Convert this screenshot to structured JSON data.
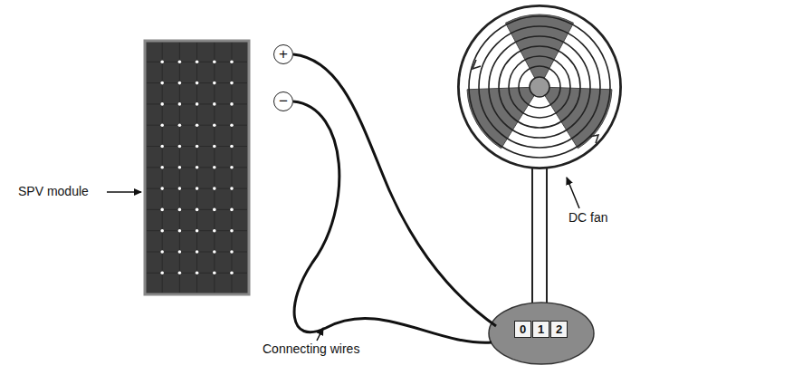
{
  "diagram": {
    "nodes": [
      {
        "text": [
          "+"
        ]
      },
      {
        "text": [
          "−"
        ]
      },
      {
        "text": [
          "0"
        ]
      },
      {
        "text": [
          "1"
        ]
      },
      {
        "text": [
          "2"
        ]
      }
    ],
    "labels": [
      "SPV module",
      "DC fan",
      "Connecting wires"
    ]
  }
}
